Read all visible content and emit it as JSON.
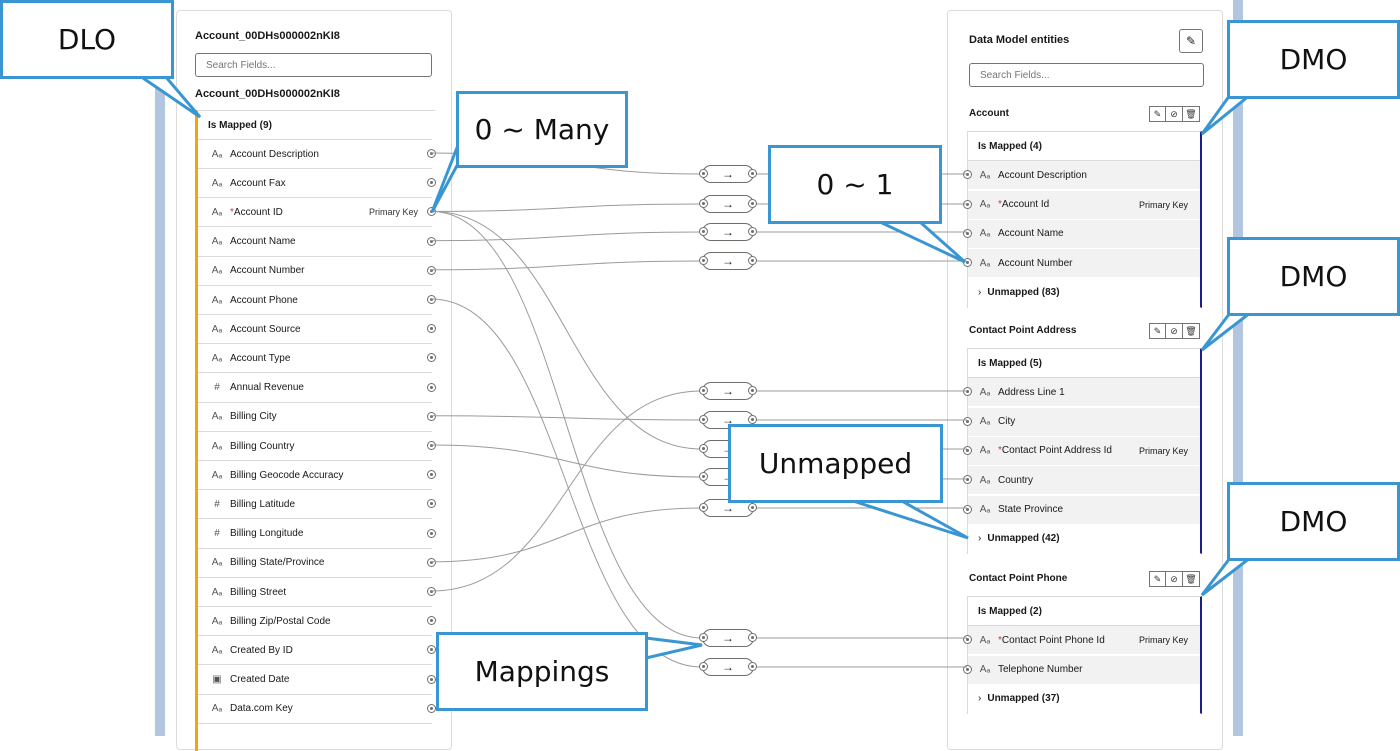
{
  "source": {
    "title": "Account_00DHs000002nKI8",
    "subtitle": "Account_00DHs000002nKI8",
    "search_placeholder": "Search Fields...",
    "mapped_header": "Is Mapped (9)",
    "fields": [
      {
        "type": "text-icon",
        "glyph": "Aₐ",
        "name": "Account Description",
        "required": false,
        "key": ""
      },
      {
        "type": "text-icon",
        "glyph": "Aₐ",
        "name": "Account Fax",
        "required": false,
        "key": ""
      },
      {
        "type": "text-icon",
        "glyph": "Aₐ",
        "name": "Account ID",
        "required": true,
        "key": "Primary Key"
      },
      {
        "type": "text-icon",
        "glyph": "Aₐ",
        "name": "Account Name",
        "required": false,
        "key": ""
      },
      {
        "type": "text-icon",
        "glyph": "Aₐ",
        "name": "Account Number",
        "required": false,
        "key": ""
      },
      {
        "type": "text-icon",
        "glyph": "Aₐ",
        "name": "Account Phone",
        "required": false,
        "key": ""
      },
      {
        "type": "text-icon",
        "glyph": "Aₐ",
        "name": "Account Source",
        "required": false,
        "key": ""
      },
      {
        "type": "text-icon",
        "glyph": "Aₐ",
        "name": "Account Type",
        "required": false,
        "key": ""
      },
      {
        "type": "number-icon",
        "glyph": "#",
        "name": "Annual Revenue",
        "required": false,
        "key": ""
      },
      {
        "type": "text-icon",
        "glyph": "Aₐ",
        "name": "Billing City",
        "required": false,
        "key": ""
      },
      {
        "type": "text-icon",
        "glyph": "Aₐ",
        "name": "Billing Country",
        "required": false,
        "key": ""
      },
      {
        "type": "text-icon",
        "glyph": "Aₐ",
        "name": "Billing Geocode Accuracy",
        "required": false,
        "key": ""
      },
      {
        "type": "number-icon",
        "glyph": "#",
        "name": "Billing Latitude",
        "required": false,
        "key": ""
      },
      {
        "type": "number-icon",
        "glyph": "#",
        "name": "Billing Longitude",
        "required": false,
        "key": ""
      },
      {
        "type": "text-icon",
        "glyph": "Aₐ",
        "name": "Billing State/Province",
        "required": false,
        "key": ""
      },
      {
        "type": "text-icon",
        "glyph": "Aₐ",
        "name": "Billing Street",
        "required": false,
        "key": ""
      },
      {
        "type": "text-icon",
        "glyph": "Aₐ",
        "name": "Billing Zip/Postal Code",
        "required": false,
        "key": ""
      },
      {
        "type": "text-icon",
        "glyph": "Aₐ",
        "name": "Created By ID",
        "required": false,
        "key": ""
      },
      {
        "type": "date-icon",
        "glyph": "▣",
        "name": "Created Date",
        "required": false,
        "key": ""
      },
      {
        "type": "text-icon",
        "glyph": "Aₐ",
        "name": "Data.com Key",
        "required": false,
        "key": ""
      }
    ]
  },
  "target": {
    "title": "Data Model entities",
    "search_placeholder": "Search Fields...",
    "entities": [
      {
        "name": "Account",
        "mapped_header": "Is Mapped (4)",
        "fields": [
          {
            "glyph": "Aₐ",
            "name": "Account Description",
            "required": false,
            "key": ""
          },
          {
            "glyph": "Aₐ",
            "name": "Account Id",
            "required": true,
            "key": "Primary Key"
          },
          {
            "glyph": "Aₐ",
            "name": "Account Name",
            "required": false,
            "key": ""
          },
          {
            "glyph": "Aₐ",
            "name": "Account Number",
            "required": false,
            "key": ""
          }
        ],
        "unmapped": "Unmapped (83)"
      },
      {
        "name": "Contact Point Address",
        "mapped_header": "Is Mapped (5)",
        "fields": [
          {
            "glyph": "Aₐ",
            "name": "Address Line 1",
            "required": false,
            "key": ""
          },
          {
            "glyph": "Aₐ",
            "name": "City",
            "required": false,
            "key": ""
          },
          {
            "glyph": "Aₐ",
            "name": "Contact Point Address Id",
            "required": true,
            "key": "Primary Key"
          },
          {
            "glyph": "Aₐ",
            "name": "Country",
            "required": false,
            "key": ""
          },
          {
            "glyph": "Aₐ",
            "name": "State Province",
            "required": false,
            "key": ""
          }
        ],
        "unmapped": "Unmapped (42)"
      },
      {
        "name": "Contact Point Phone",
        "mapped_header": "Is Mapped (2)",
        "fields": [
          {
            "glyph": "Aₐ",
            "name": "Contact Point Phone Id",
            "required": true,
            "key": "Primary Key"
          },
          {
            "glyph": "Aₐ",
            "name": "Telephone Number",
            "required": false,
            "key": ""
          }
        ],
        "unmapped": "Unmapped (37)"
      }
    ]
  },
  "connector_arrow": "→",
  "required_marker": "*",
  "callouts": {
    "dlo": "DLO",
    "zero_many": "0 ~ Many",
    "zero_one": "0 ~ 1",
    "dmo_1": "DMO",
    "dmo_2": "DMO",
    "dmo_3": "DMO",
    "unmapped": "Unmapped",
    "mappings": "Mappings"
  },
  "colors": {
    "dlo_accent": "#f3a50a",
    "dmo_accent": "#1b1f8a",
    "callout_border": "#3a96d3",
    "gutter": "#b3c6e0"
  }
}
